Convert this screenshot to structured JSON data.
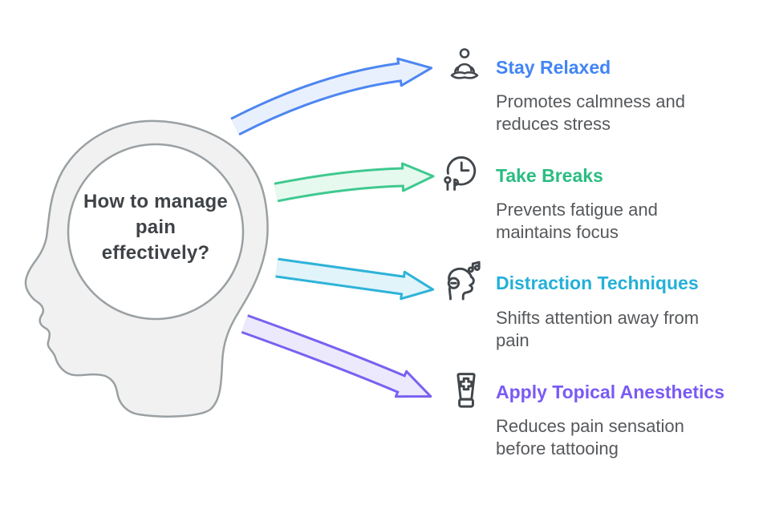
{
  "head": {
    "question": "How to manage pain effectively?",
    "question_lines": [
      "How to manage",
      "pain",
      "effectively?"
    ],
    "fill": "#f1f1f2",
    "stroke": "#9aa0a3",
    "circle_fill": "#ffffff",
    "text_color": "#3f4347"
  },
  "icon_color": "#42474c",
  "description_color": "#56585b",
  "items": [
    {
      "id": "stay-relaxed",
      "title": "Stay Relaxed",
      "description": "Promotes calmness and reduces stress",
      "description_lines": [
        "Promotes calmness and",
        "reduces stress"
      ],
      "color": "#4285f4",
      "arrow_stroke": "#4e86f1",
      "arrow_fill": "#e9f0fd",
      "icon": "meditation-icon"
    },
    {
      "id": "take-breaks",
      "title": "Take Breaks",
      "description": "Prevents fatigue and maintains focus",
      "description_lines": [
        "Prevents fatigue and",
        "maintains focus"
      ],
      "color": "#2abd81",
      "arrow_stroke": "#3fc98f",
      "arrow_fill": "#e6f9ef",
      "icon": "break-clock-icon"
    },
    {
      "id": "distraction-techniques",
      "title": "Distraction Techniques",
      "description": "Shifts attention away from pain",
      "description_lines": [
        "Shifts attention away from",
        "pain"
      ],
      "color": "#25b0d8",
      "arrow_stroke": "#2eb3d9",
      "arrow_fill": "#e1f4fa",
      "icon": "music-listening-icon"
    },
    {
      "id": "apply-topical-anesthetics",
      "title": "Apply Topical Anesthetics",
      "description": "Reduces pain sensation before tattooing",
      "description_lines": [
        "Reduces pain sensation",
        "before tattooing"
      ],
      "color": "#7a5af5",
      "arrow_stroke": "#7a60f0",
      "arrow_fill": "#ebe9fb",
      "icon": "ointment-tube-icon"
    }
  ]
}
